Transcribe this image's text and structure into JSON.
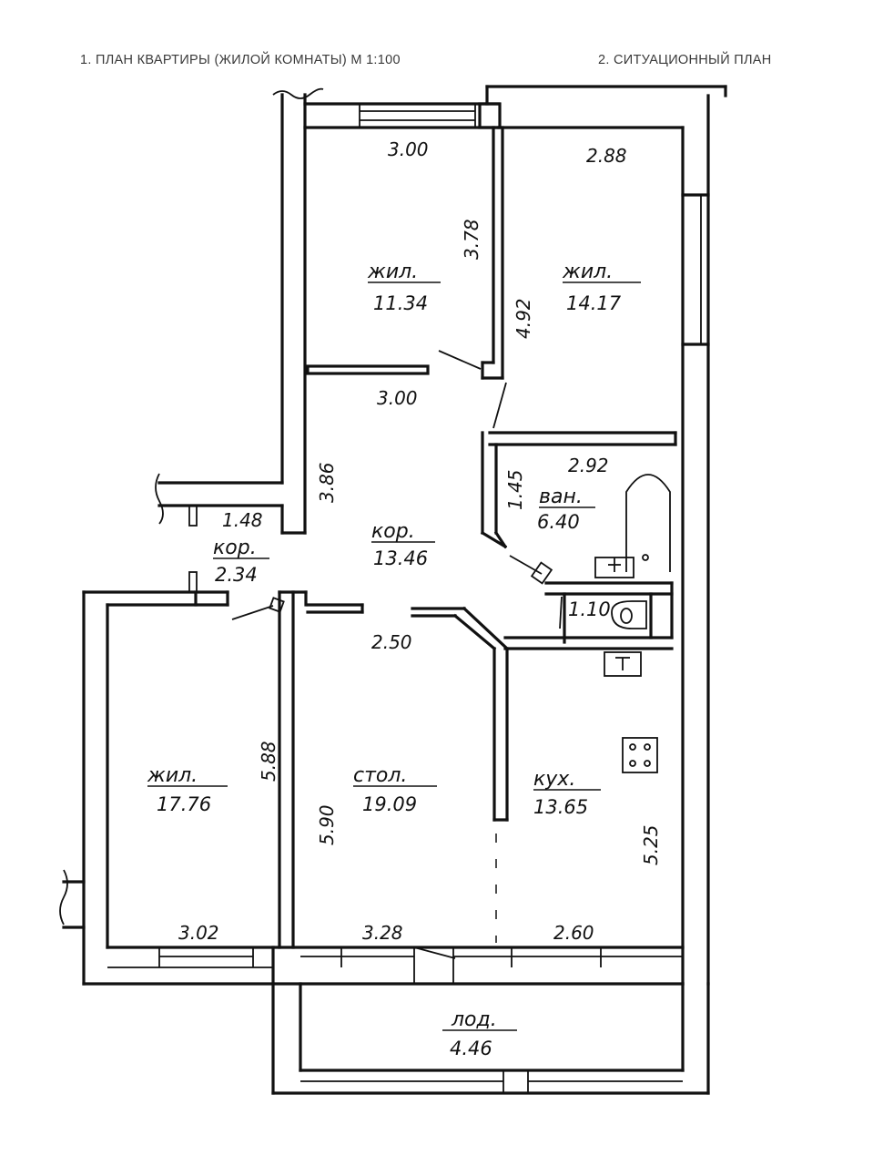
{
  "header": {
    "left": "1. ПЛАН КВАРТИРЫ (ЖИЛОЙ КОМНАТЫ) М 1:100",
    "right": "2. СИТУАЦИОННЫЙ ПЛАН"
  },
  "rooms": {
    "bedroom_1": {
      "label": "жил.",
      "area": "11.34"
    },
    "bedroom_2": {
      "label": "жил.",
      "area": "14.17"
    },
    "corridor_main": {
      "label": "кор.",
      "area": "13.46"
    },
    "corridor_small": {
      "label": "кор.",
      "area": "2.34"
    },
    "bathroom": {
      "label": "ван.",
      "area": "6.40"
    },
    "toilet": {
      "area": "1.10"
    },
    "bedroom_3": {
      "label": "жил.",
      "area": "17.76"
    },
    "dining": {
      "label": "стол.",
      "area": "19.09"
    },
    "kitchen": {
      "label": "кух.",
      "area": "13.65"
    },
    "loggia": {
      "label": "лод.",
      "area": "4.46"
    }
  },
  "dimensions": {
    "bed1_width_top": "3.00",
    "bed1_depth": "3.78",
    "bed1_width_bottom": "3.00",
    "bed2_width": "2.88",
    "bed2_depth": "4.92",
    "corridor_depth": "3.86",
    "corridor_small_width": "1.48",
    "bath_width": "2.92",
    "bath_depth": "1.45",
    "corridor_width": "2.50",
    "bed3_depth": "5.88",
    "bed3_width": "3.02",
    "dining_depth": "5.90",
    "dining_width": "3.28",
    "kitchen_width": "2.60",
    "kitchen_depth": "5.25"
  }
}
